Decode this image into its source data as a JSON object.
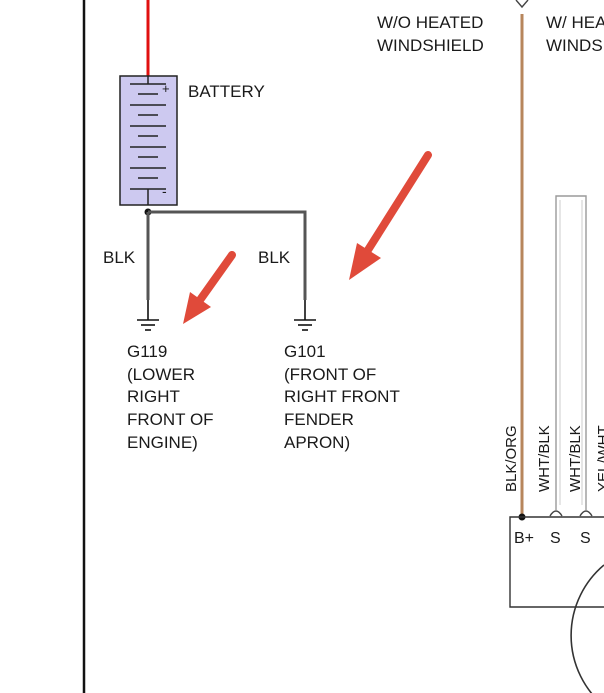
{
  "headers": {
    "without_heated_line1": "W/O HEATED",
    "without_heated_line2": "WINDSHIELD",
    "with_heated_line1": "W/ HEA",
    "with_heated_line2": "WINDS"
  },
  "battery": {
    "label": "BATTERY",
    "plus": "+",
    "minus": "-"
  },
  "wires": {
    "left_wire": "BLK",
    "right_wire": "BLK",
    "vertical_1": "BLK/ORG",
    "vertical_2": "WHT/BLK",
    "vertical_3": "WHT/BLK",
    "vertical_4": "YEL/WHT"
  },
  "grounds": {
    "g119": [
      "G119",
      "(LOWER",
      "RIGHT",
      "FRONT OF",
      "ENGINE)"
    ],
    "g101": [
      "G101",
      "(FRONT OF",
      "RIGHT FRONT",
      "FENDER",
      "APRON)"
    ]
  },
  "terminals": {
    "b_plus": "B+",
    "s1": "S",
    "s2": "S"
  },
  "colors": {
    "red_wire": "#e01010",
    "black_wire": "#555555",
    "blk_org_wire": "#b7865c",
    "wht_blk_wire": "#9a9a9a",
    "battery_fill": "#cdc9f0",
    "arrow": "#e04a3a"
  }
}
